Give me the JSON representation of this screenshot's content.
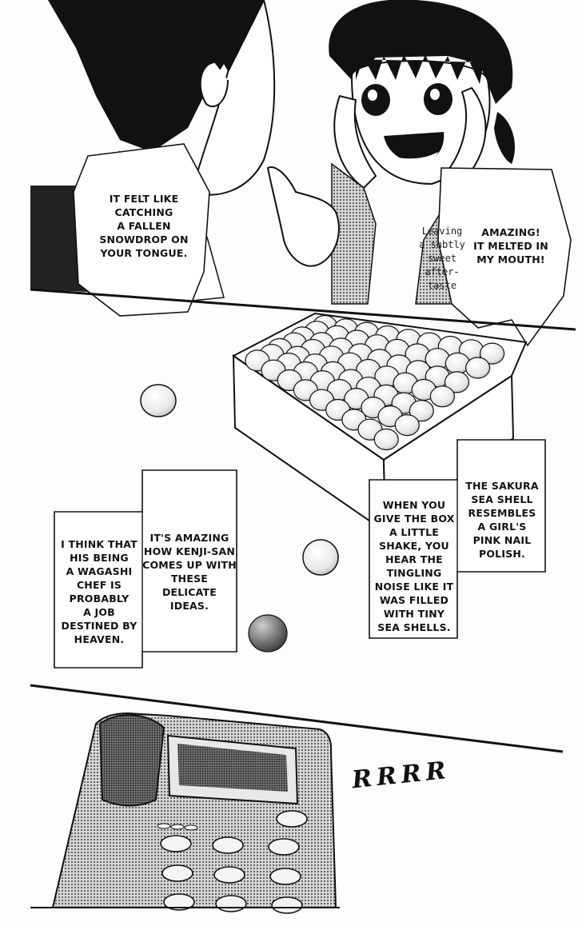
{
  "panels": {
    "top": {
      "bubble_left": "IT FELT LIKE\nCATCHING\nA FALLEN\nSNOWDROP ON\nYOUR TONGUE.",
      "aside": "Leaving\na subtly\nsweet\nafter-\ntaste",
      "bubble_right": "AMAZING!\nIT MELTED IN\nMY MOUTH!"
    },
    "middle": {
      "box_left_outer": "I THINK THAT\nHIS BEING\nA WAGASHI\nCHEF IS\nPROBABLY\nA JOB\nDESTINED BY\nHEAVEN.",
      "box_left_inner": "IT'S AMAZING\nHOW KENJI-SAN\nCOMES UP WITH\nTHESE DELICATE\nIDEAS.",
      "box_right_inner": "WHEN YOU\nGIVE THE BOX\nA LITTLE\nSHAKE, YOU\nHEAR THE\nTINGLING\nNOISE LIKE IT\nWAS FILLED\nWITH TINY\nSEA SHELLS.",
      "box_right_outer": "THE SAKURA\nSEA SHELL\nRESEMBLES\nA GIRL'S\nPINK NAIL\nPOLISH."
    },
    "bottom": {
      "sfx": "RRRR"
    }
  },
  "colors": {
    "ink": "#111111",
    "screentone": "#8a8a8a",
    "paper": "#fdfdfd"
  }
}
